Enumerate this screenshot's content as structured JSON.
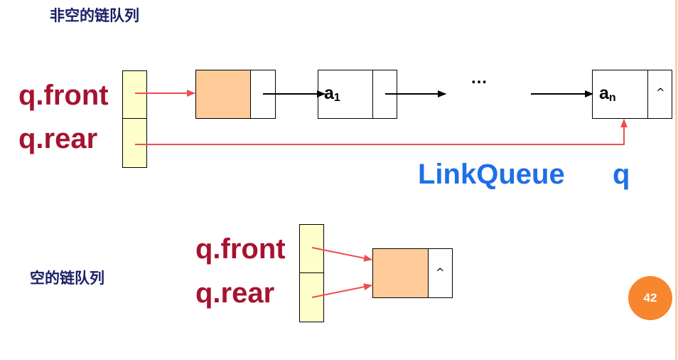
{
  "slide": {
    "nonempty_title": "非空的链队列",
    "empty_title": "空的链队列",
    "page_number": "42"
  },
  "nonempty_queue": {
    "front_label": "q.front",
    "rear_label": "q.rear",
    "first_node": {
      "text": "a",
      "subscript": "1"
    },
    "ellipsis": "…",
    "last_node": {
      "text": "a",
      "subscript": "n",
      "null_mark": "^"
    },
    "caption_type": "LinkQueue",
    "caption_var": "q"
  },
  "empty_queue": {
    "front_label": "q.front",
    "rear_label": "q.rear",
    "null_mark": "^"
  },
  "colors": {
    "title": "#1a1f66",
    "pointer_label": "#a5132f",
    "caption": "#1f6fe6",
    "pointer_arrow": "#ef4d4d",
    "head_node": "#ffcc99",
    "queue_struct": "#ffffcc",
    "page_badge": "#f7862e"
  }
}
